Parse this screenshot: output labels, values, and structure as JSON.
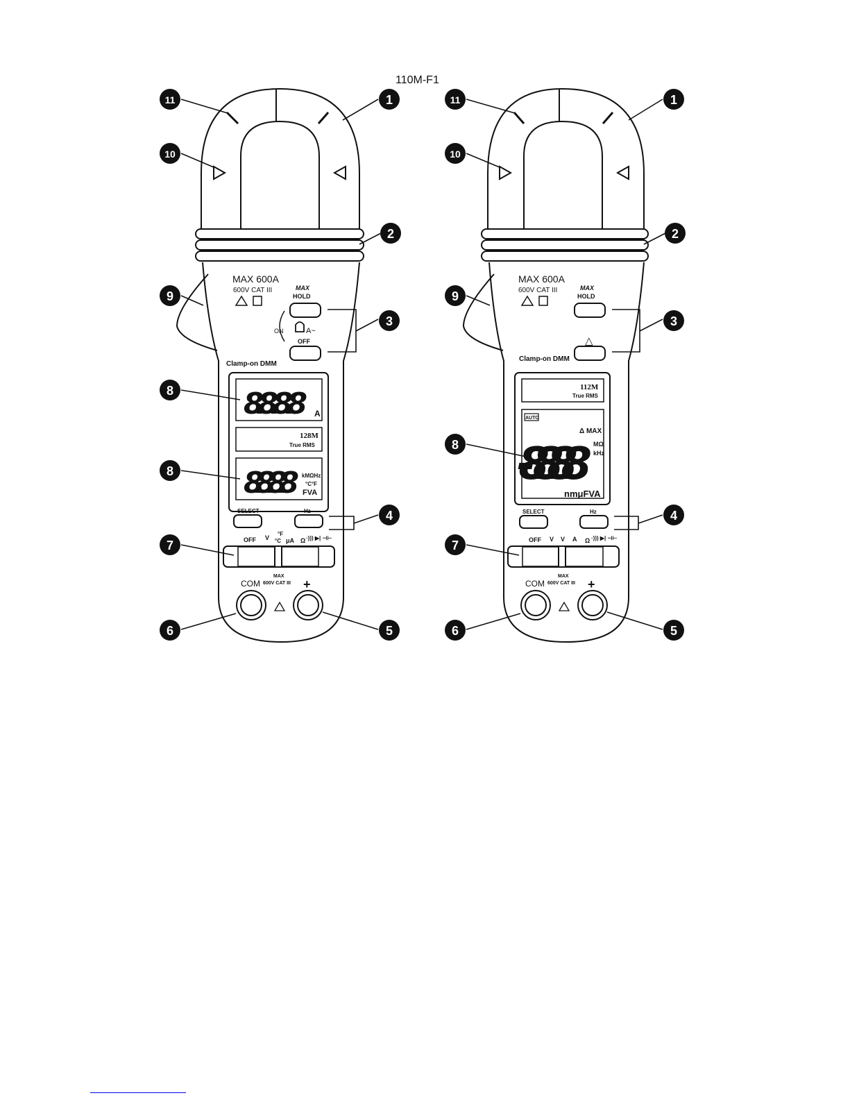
{
  "figure_id": "110M-F1",
  "callout_numbers": [
    "1",
    "2",
    "3",
    "4",
    "5",
    "6",
    "7",
    "8",
    "9",
    "10",
    "11"
  ],
  "left_meter": {
    "max_rating": "MAX 600A",
    "cat_rating": "600V CAT III",
    "warning_symbols": [
      "warning-triangle-icon",
      "high-voltage-icon"
    ],
    "hold_button_label": "HOLD",
    "max_button_label": "MAX",
    "on_label": "ON",
    "clamp_mode_symbol": "A~",
    "off_button_label": "OFF",
    "brand_text": "Clamp-on DMM",
    "top_display_digits": "8.8.8.8",
    "top_display_unit": "A",
    "model_label": "128M",
    "rms_label": "True RMS",
    "bottom_display_digits": "8.8.8.8",
    "bottom_display_units_1": "kMΩHz",
    "bottom_display_units_2": "°C°F",
    "bottom_display_units_3": "FVA",
    "select_button_label": "SELECT",
    "hz_button_label": "Hz",
    "switch_off_label": "OFF",
    "switch_positions": [
      "V",
      "°F",
      "°C",
      "μA",
      "Ω",
      "·))) ▶| ⊣⊢"
    ],
    "com_label": "COM",
    "plus_label": "+",
    "terminal_max_label": "MAX",
    "terminal_cat_label": "600V CAT III"
  },
  "right_meter": {
    "max_rating": "MAX 600A",
    "cat_rating": "600V CAT III",
    "hold_button_label": "HOLD",
    "max_button_label": "MAX",
    "delta_symbol": "△",
    "brand_text": "Clamp-on DMM",
    "model_label": "112M",
    "rms_label": "True RMS",
    "auto_label": "AUTO",
    "display_digits": "-8.8.8.8",
    "display_max_label": "Δ MAX",
    "display_units_1": "MΩ",
    "display_units_2": "kHz",
    "display_units_3": "nmμFVA",
    "select_button_label": "SELECT",
    "hz_button_label": "Hz",
    "switch_off_label": "OFF",
    "switch_positions": [
      "V",
      "V",
      "A",
      "Ω",
      "·))) ▶| ⊣⊢"
    ],
    "com_label": "COM",
    "plus_label": "+",
    "terminal_max_label": "MAX",
    "terminal_cat_label": "600V CAT III"
  }
}
